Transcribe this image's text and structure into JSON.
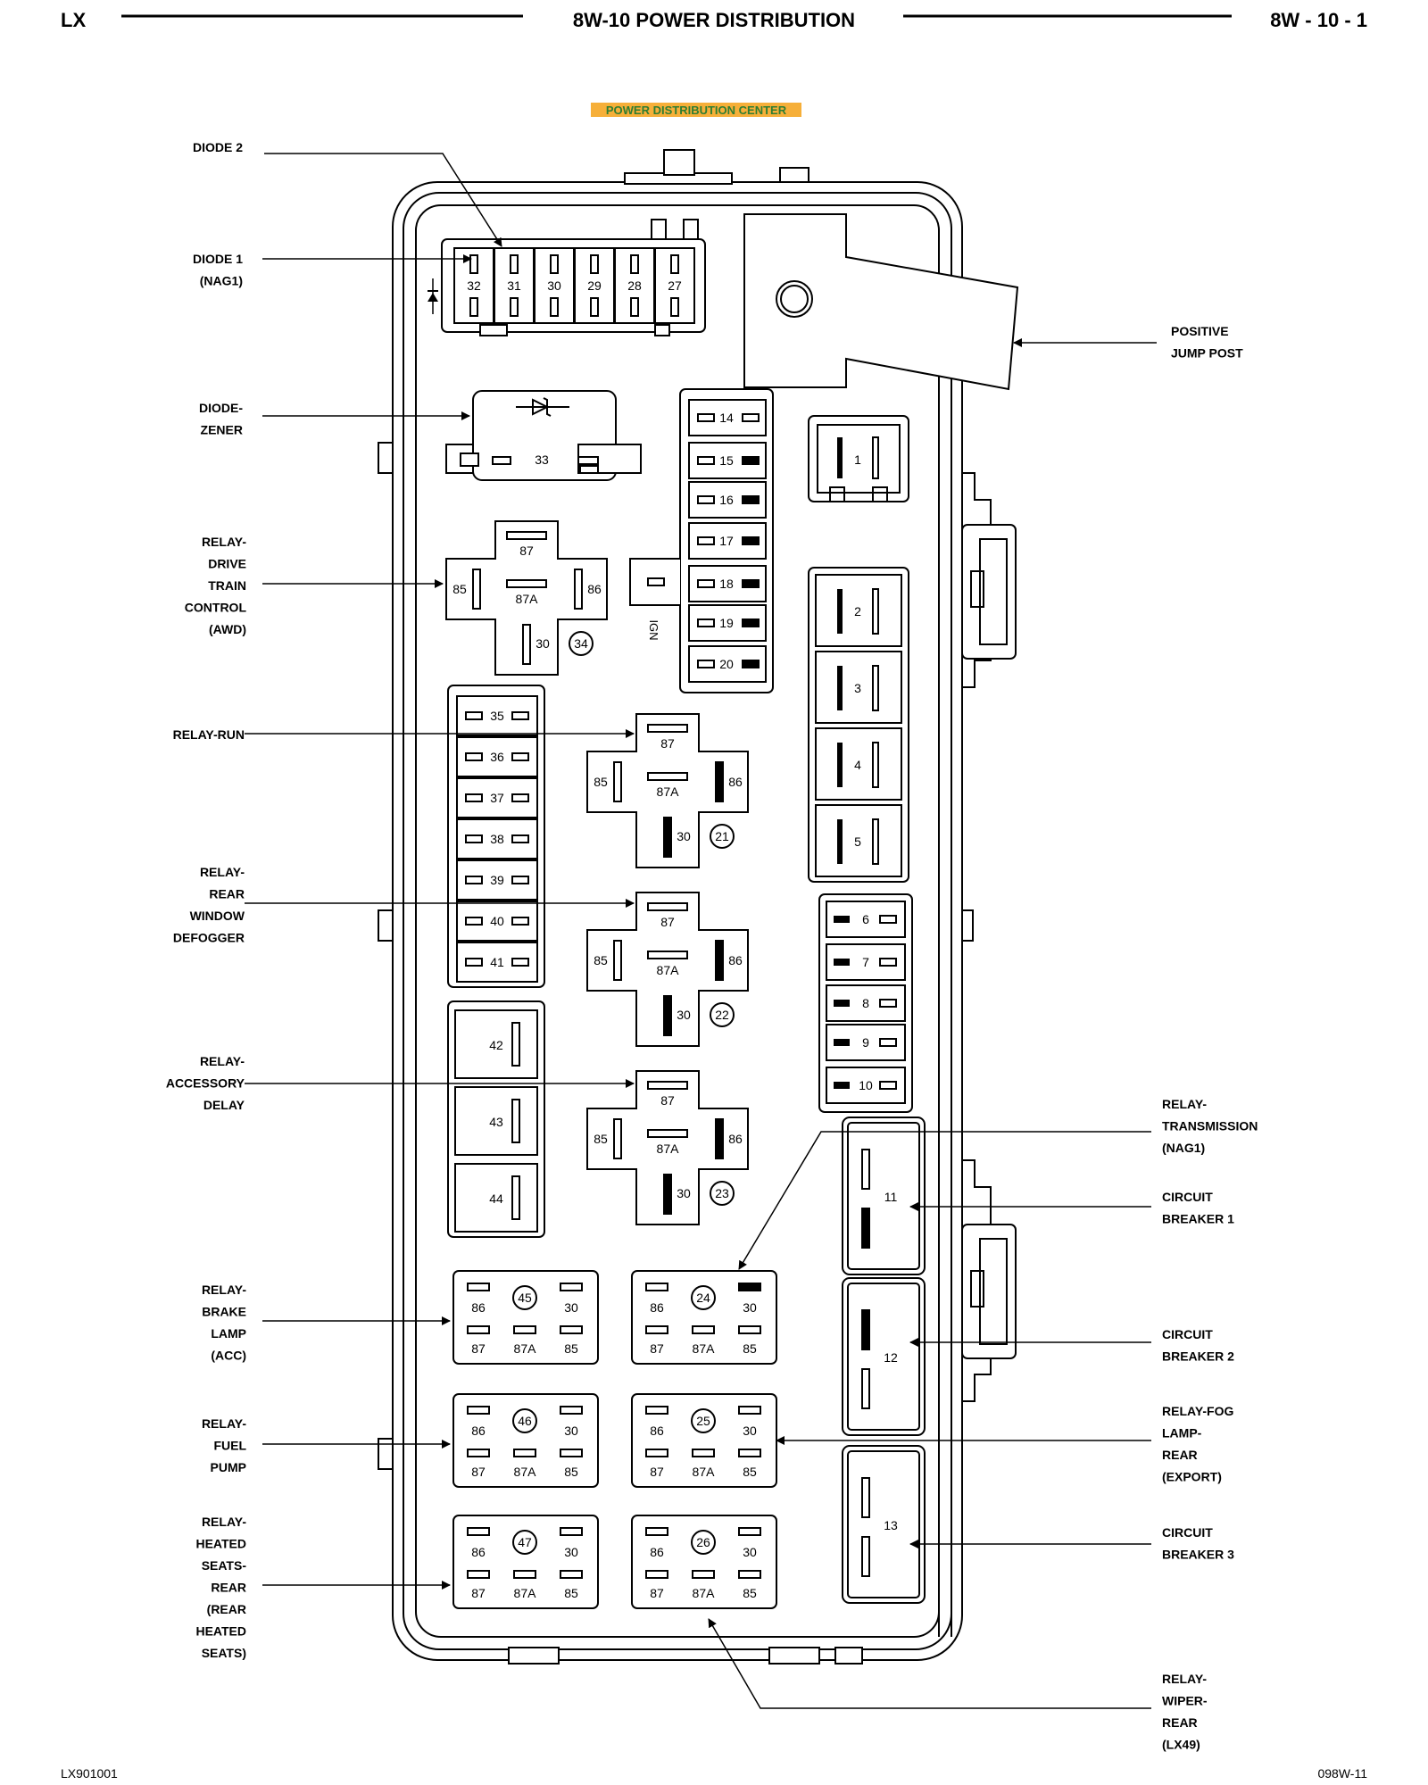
{
  "header": {
    "left": "LX",
    "center": "8W-10 POWER DISTRIBUTION",
    "right": "8W - 10 - 1"
  },
  "footer": {
    "left": "LX901001",
    "right": "098W-11"
  },
  "diagram": {
    "title": "POWER DISTRIBUTION CENTER",
    "highlight_color": "#f5a623",
    "title_color": "#2e7d32",
    "left_labels": {
      "diode2": [
        "DIODE 2"
      ],
      "diode1": [
        "DIODE 1",
        "(NAG1)"
      ],
      "zener": [
        "DIODE-",
        "ZENER"
      ],
      "awd": [
        "RELAY-",
        "DRIVE",
        "TRAIN",
        "CONTROL",
        "(AWD)"
      ],
      "run": [
        "RELAY-RUN"
      ],
      "defogger": [
        "RELAY-",
        "REAR",
        "WINDOW",
        "DEFOGGER"
      ],
      "accessory": [
        "RELAY-",
        "ACCESSORY",
        "DELAY"
      ],
      "brake": [
        "RELAY-",
        "BRAKE",
        "LAMP",
        "(ACC)"
      ],
      "fuel": [
        "RELAY-",
        "FUEL",
        "PUMP"
      ],
      "heated": [
        "RELAY-",
        "HEATED",
        "SEATS-",
        "REAR",
        "(REAR",
        "HEATED",
        "SEATS)"
      ]
    },
    "right_labels": {
      "jump": [
        "POSITIVE",
        "JUMP POST"
      ],
      "transmission": [
        "RELAY-",
        "TRANSMISSION",
        "(NAG1)"
      ],
      "cb1": [
        "CIRCUIT",
        "BREAKER 1"
      ],
      "cb2": [
        "CIRCUIT",
        "BREAKER 2"
      ],
      "fog": [
        "RELAY-FOG",
        "LAMP-",
        "REAR",
        "(EXPORT)"
      ],
      "cb3": [
        "CIRCUIT",
        "BREAKER 3"
      ],
      "wiper": [
        "RELAY-",
        "WIPER-",
        "REAR",
        "(LX49)"
      ]
    },
    "top_fuses": [
      "32",
      "31",
      "30",
      "29",
      "28",
      "27"
    ],
    "diode_zener_number": "33",
    "ign_fuses": [
      "14",
      "15",
      "16",
      "17",
      "18",
      "19",
      "20"
    ],
    "ign_label": "IGN",
    "left_fuses": [
      "35",
      "36",
      "37",
      "38",
      "39",
      "40",
      "41"
    ],
    "small_fuses": [
      "6",
      "7",
      "8",
      "9",
      "10"
    ],
    "maxi_fuses": [
      "1",
      "2",
      "3",
      "4",
      "5"
    ],
    "cartridge_fuses": [
      "42",
      "43",
      "44"
    ],
    "circuit_breakers": [
      "11",
      "12",
      "13"
    ],
    "relay_pins": {
      "p87": "87",
      "p87a": "87A",
      "p85": "85",
      "p86": "86",
      "p30": "30"
    },
    "large_relays": [
      "34",
      "21",
      "22",
      "23"
    ],
    "micro_relays": [
      "45",
      "24",
      "46",
      "25",
      "47",
      "26"
    ]
  }
}
